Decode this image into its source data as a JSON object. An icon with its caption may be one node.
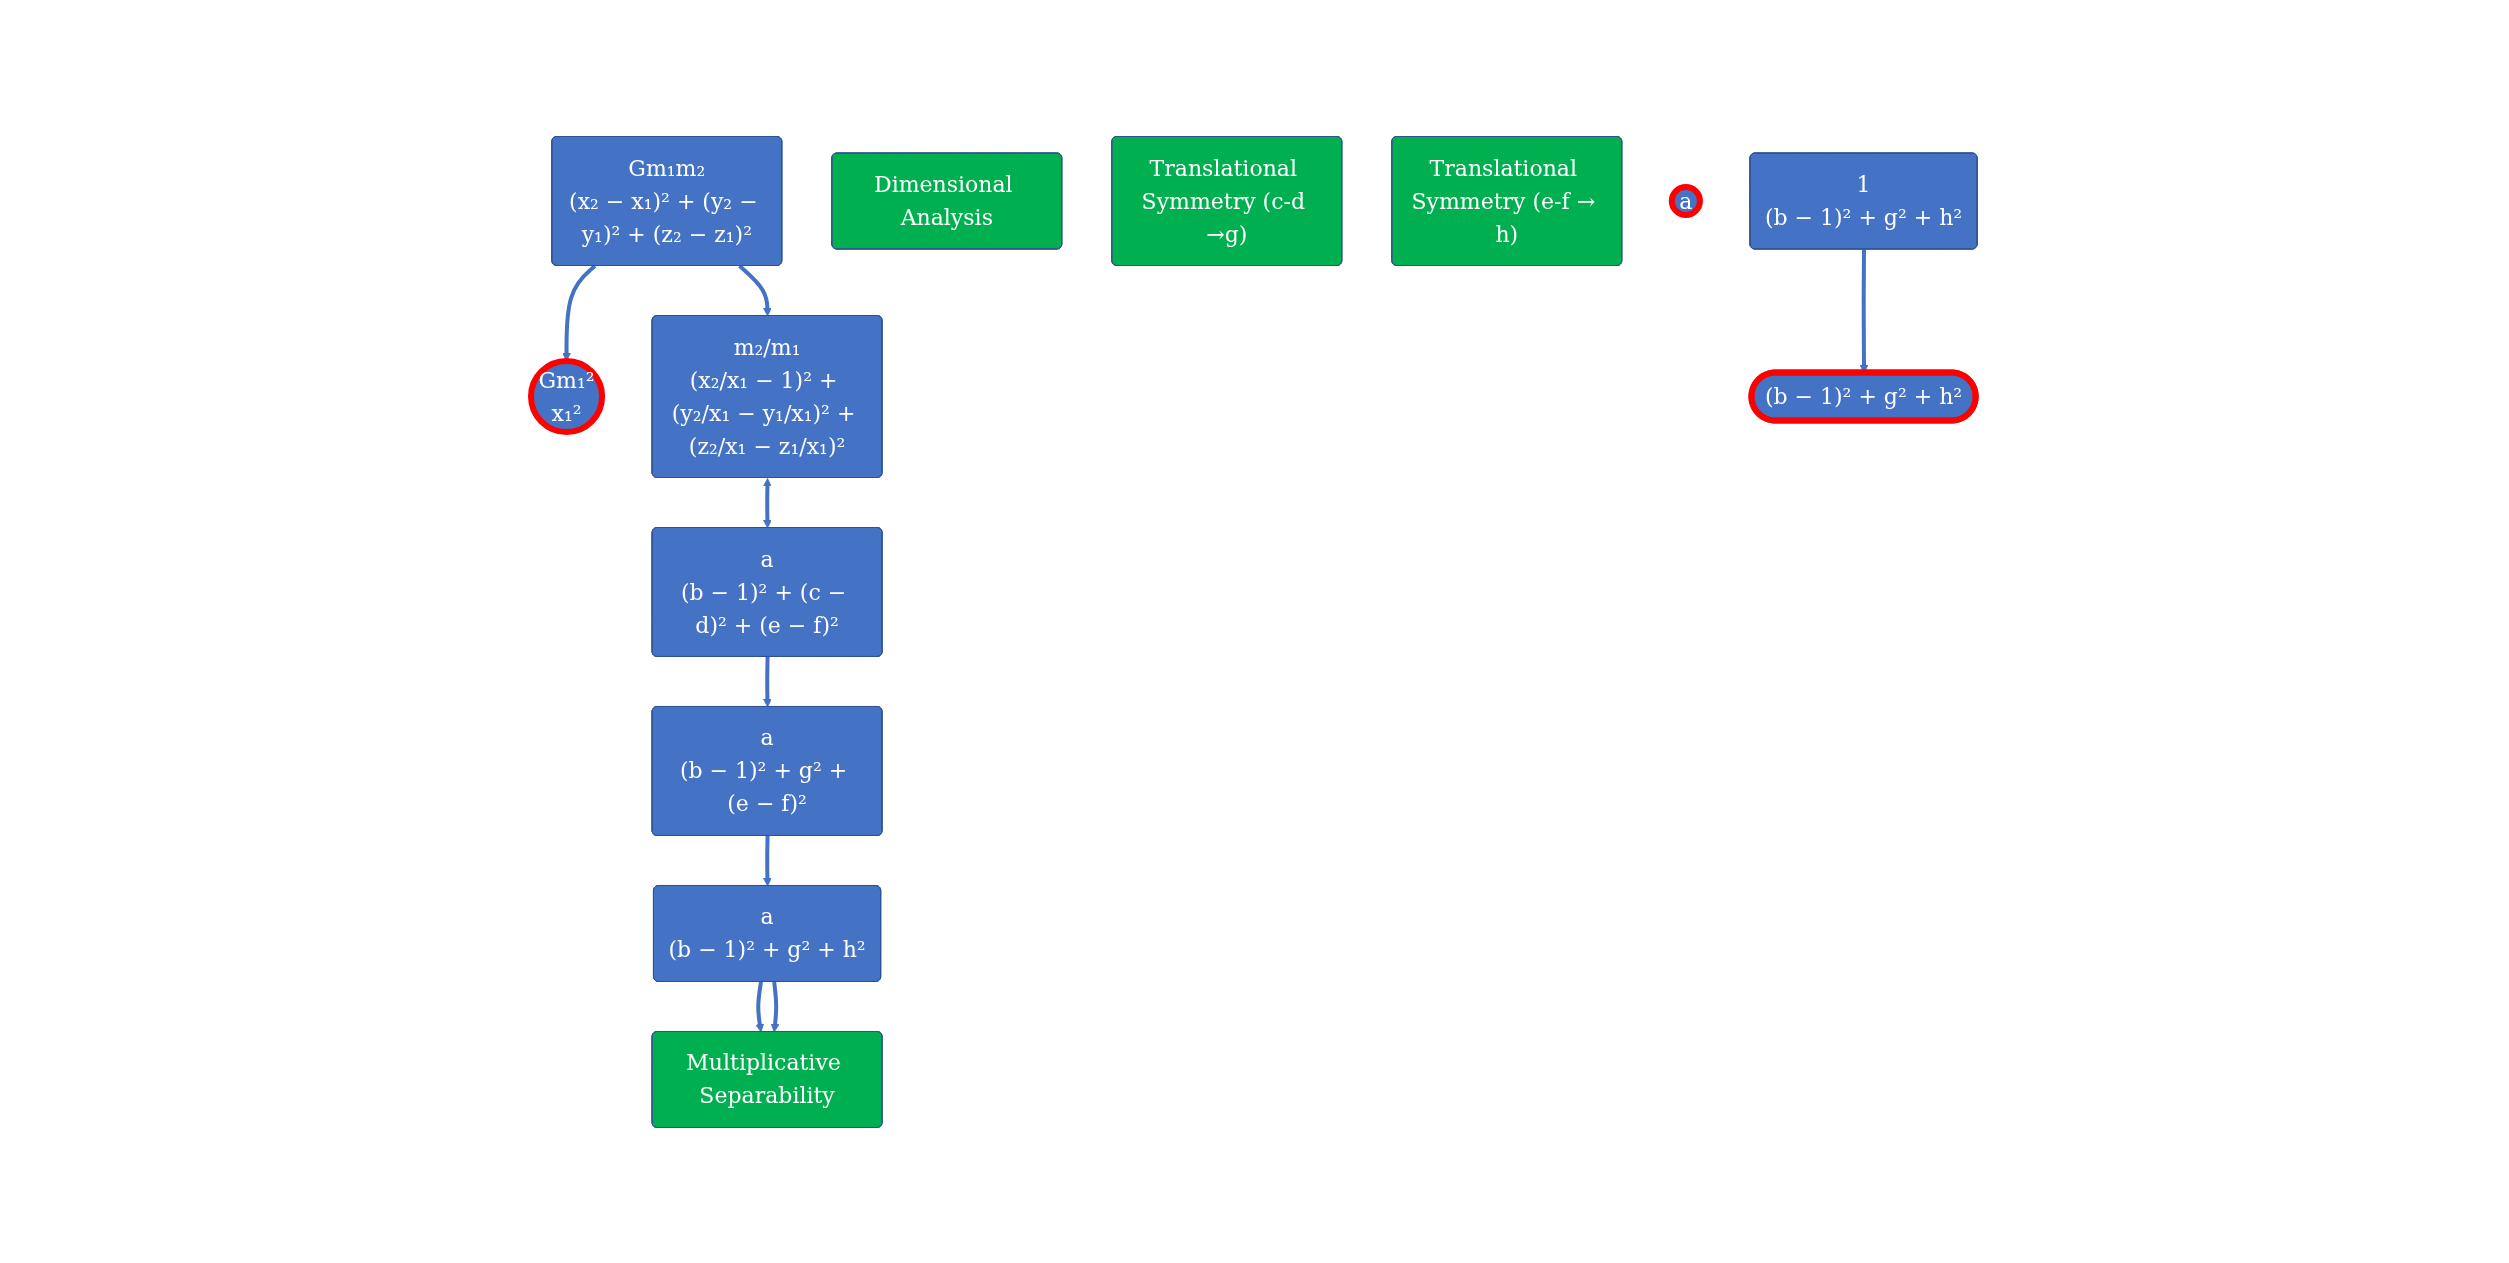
{
  "diagram": {
    "nodes": [
      {
        "text": [
          "Gm₁m₂",
          "(x₂ − x₁)² + (y₂ − y₁)² + (z₂ − z₁)²"
        ]
      },
      {
        "text": [
          "Gm₁²",
          "x₁²"
        ]
      },
      {
        "text": [
          "m₂/m₁",
          "(x₂/x₁ − 1)² + (y₂/x₁ − y₁/x₁)² + (z₂/x₁ − z₁/x₁)²"
        ]
      },
      {
        "text": [
          "Dimensional Analysis"
        ]
      },
      {
        "text": [
          "a",
          "(b − 1)² + (c − d)² + (e − f)²"
        ]
      },
      {
        "text": [
          "Translational Symmetry (c-d →g)"
        ]
      },
      {
        "text": [
          "Translational Symmetry (e-f → h)"
        ]
      },
      {
        "text": [
          "a",
          "(b − 1)² + g² + (e − f)²"
        ]
      },
      {
        "text": [
          "a",
          "(b − 1)² + g² + h²"
        ]
      },
      {
        "text": [
          "a"
        ]
      },
      {
        "text": [
          "Multiplicative Separability"
        ]
      },
      {
        "text": [
          "1",
          "(b − 1)² + g² + h²"
        ]
      },
      {
        "text": [
          "(b − 1)² + g² + h²"
        ]
      }
    ],
    "edges": [
      {
        "from": 0,
        "to": 1,
        "arrow": "to"
      },
      {
        "from": 0,
        "to": 2,
        "arrow": "to"
      },
      {
        "from": 2,
        "to": 4,
        "arrow": "both"
      },
      {
        "from": 4,
        "to": 7,
        "arrow": "to"
      },
      {
        "from": 7,
        "to": 8,
        "arrow": "to"
      },
      {
        "from": 8,
        "to": 10,
        "arrow": "to"
      },
      {
        "from": 8,
        "to": 10,
        "arrow": "to"
      },
      {
        "from": 11,
        "to": 12,
        "arrow": "to"
      }
    ]
  }
}
